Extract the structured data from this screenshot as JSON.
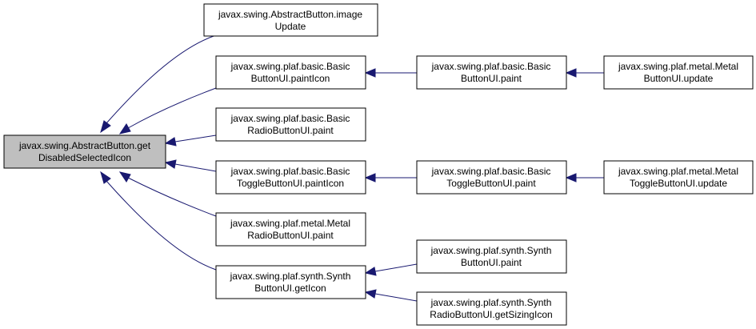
{
  "colors": {
    "edge": "#191970",
    "root_fill": "#bfbfbf",
    "node_fill": "#ffffff",
    "border": "#000000"
  },
  "nodes": {
    "root": {
      "line1": "javax.swing.AbstractButton.get",
      "line2": "DisabledSelectedIcon"
    },
    "ab_image": {
      "line1": "javax.swing.AbstractButton.image",
      "line2": "Update"
    },
    "bbui_paintIcon": {
      "line1": "javax.swing.plaf.basic.Basic",
      "line2": "ButtonUI.paintIcon"
    },
    "bbui_paint": {
      "line1": "javax.swing.plaf.basic.Basic",
      "line2": "ButtonUI.paint"
    },
    "mbui_update": {
      "line1": "javax.swing.plaf.metal.Metal",
      "line2": "ButtonUI.update"
    },
    "brbui_paint": {
      "line1": "javax.swing.plaf.basic.Basic",
      "line2": "RadioButtonUI.paint"
    },
    "btbui_paintIcon": {
      "line1": "javax.swing.plaf.basic.Basic",
      "line2": "ToggleButtonUI.paintIcon"
    },
    "btbui_paint": {
      "line1": "javax.swing.plaf.basic.Basic",
      "line2": "ToggleButtonUI.paint"
    },
    "mtbui_update": {
      "line1": "javax.swing.plaf.metal.Metal",
      "line2": "ToggleButtonUI.update"
    },
    "mrbui_paint": {
      "line1": "javax.swing.plaf.metal.Metal",
      "line2": "RadioButtonUI.paint"
    },
    "sbui_getIcon": {
      "line1": "javax.swing.plaf.synth.Synth",
      "line2": "ButtonUI.getIcon"
    },
    "sbui_paint": {
      "line1": "javax.swing.plaf.synth.Synth",
      "line2": "ButtonUI.paint"
    },
    "srbui_sizing": {
      "line1": "javax.swing.plaf.synth.Synth",
      "line2": "RadioButtonUI.getSizingIcon"
    }
  }
}
